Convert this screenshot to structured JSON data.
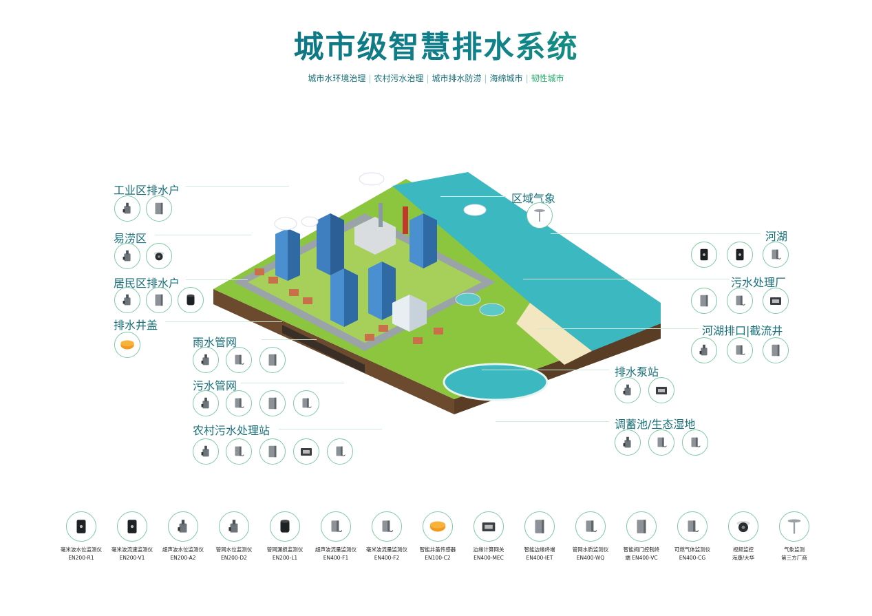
{
  "title": "城市级智慧排水系统",
  "subtitle": [
    "城市水环境治理",
    "农村污水治理",
    "城市排水防涝",
    "海绵城市",
    "韧性城市"
  ],
  "subtitle_separator": "|",
  "colors": {
    "teal": "#18707a",
    "green": "#22b06a",
    "ring": "#7fc8a8",
    "water": "#3cb8c0",
    "grass": "#8cc63f"
  },
  "left_groups": [
    {
      "label": "工业区排水户",
      "icons": [
        "level-meter-icon",
        "box-meter-icon"
      ]
    },
    {
      "label": "易涝区",
      "icons": [
        "radar-meter-icon",
        "dome-camera-icon"
      ]
    },
    {
      "label": "居民区排水户",
      "icons": [
        "level-meter-icon",
        "box-meter-icon",
        "cylinder-meter-icon"
      ]
    },
    {
      "label": "排水井盖",
      "icons": [
        "manhole-sensor-icon"
      ]
    },
    {
      "label": "雨水管网",
      "icons": [
        "level-meter-icon",
        "flow-meter-icon",
        "box-meter-icon"
      ]
    },
    {
      "label": "污水管网",
      "icons": [
        "level-meter-icon",
        "flow-meter-icon",
        "box-meter-icon",
        "flow-meter-icon"
      ]
    },
    {
      "label": "农村污水处理站",
      "icons": [
        "level-meter-icon",
        "flow-meter-icon",
        "box-meter-icon",
        "gateway-icon",
        "flow-meter-icon"
      ]
    }
  ],
  "right_groups": [
    {
      "label": "区域气象",
      "icons": [
        "weather-station-icon"
      ]
    },
    {
      "label": "河湖",
      "icons": [
        "radar-meter-icon",
        "radar-meter-icon",
        "flow-meter-icon"
      ]
    },
    {
      "label": "污水处理厂",
      "icons": [
        "box-meter-icon",
        "flow-meter-icon",
        "gateway-icon"
      ]
    },
    {
      "label": "河湖排口|截流井",
      "icons": [
        "level-meter-icon",
        "flow-meter-icon",
        "box-meter-icon"
      ]
    },
    {
      "label": "排水泵站",
      "icons": [
        "level-meter-icon",
        "gateway-icon"
      ]
    },
    {
      "label": "调蓄池/生态湿地",
      "icons": [
        "level-meter-icon",
        "flow-meter-icon",
        "flow-meter-icon"
      ]
    }
  ],
  "products": [
    {
      "name": "毫米波水位监测仪",
      "code": "EN200-R1",
      "icon": "radar-meter-icon"
    },
    {
      "name": "毫米波流速监测仪",
      "code": "EN200-V1",
      "icon": "radar-meter-icon"
    },
    {
      "name": "超声波水位监测仪",
      "code": "EN200-A2",
      "icon": "level-meter-icon"
    },
    {
      "name": "管网水位监测仪",
      "code": "EN200-D2",
      "icon": "level-meter-icon"
    },
    {
      "name": "管网漏损监测仪",
      "code": "EN200-L1",
      "icon": "cylinder-meter-icon"
    },
    {
      "name": "超声波流量监测仪",
      "code": "EN400-F1",
      "icon": "flow-meter-icon"
    },
    {
      "name": "毫米波流量监测仪",
      "code": "EN400-F2",
      "icon": "flow-meter-icon"
    },
    {
      "name": "智能井盖传感器",
      "code": "EN100-C2",
      "icon": "manhole-sensor-icon"
    },
    {
      "name": "边缘计算网关",
      "code": "EN400-MEC",
      "icon": "gateway-icon"
    },
    {
      "name": "智能边缘终端",
      "code": "EN400-IET",
      "icon": "box-meter-icon"
    },
    {
      "name": "管网水质监测仪",
      "code": "EN400-WQ",
      "icon": "flow-meter-icon"
    },
    {
      "name": "智能阀门控制终",
      "code": "端 EN400-VC",
      "icon": "box-meter-icon"
    },
    {
      "name": "可燃气体监测仪",
      "code": "EN400-CG",
      "icon": "flow-meter-icon"
    },
    {
      "name": "视频监控",
      "code": "海康/大华",
      "icon": "dome-camera-icon"
    },
    {
      "name": "气象监测",
      "code": "第三方厂商",
      "icon": "weather-station-icon"
    }
  ]
}
